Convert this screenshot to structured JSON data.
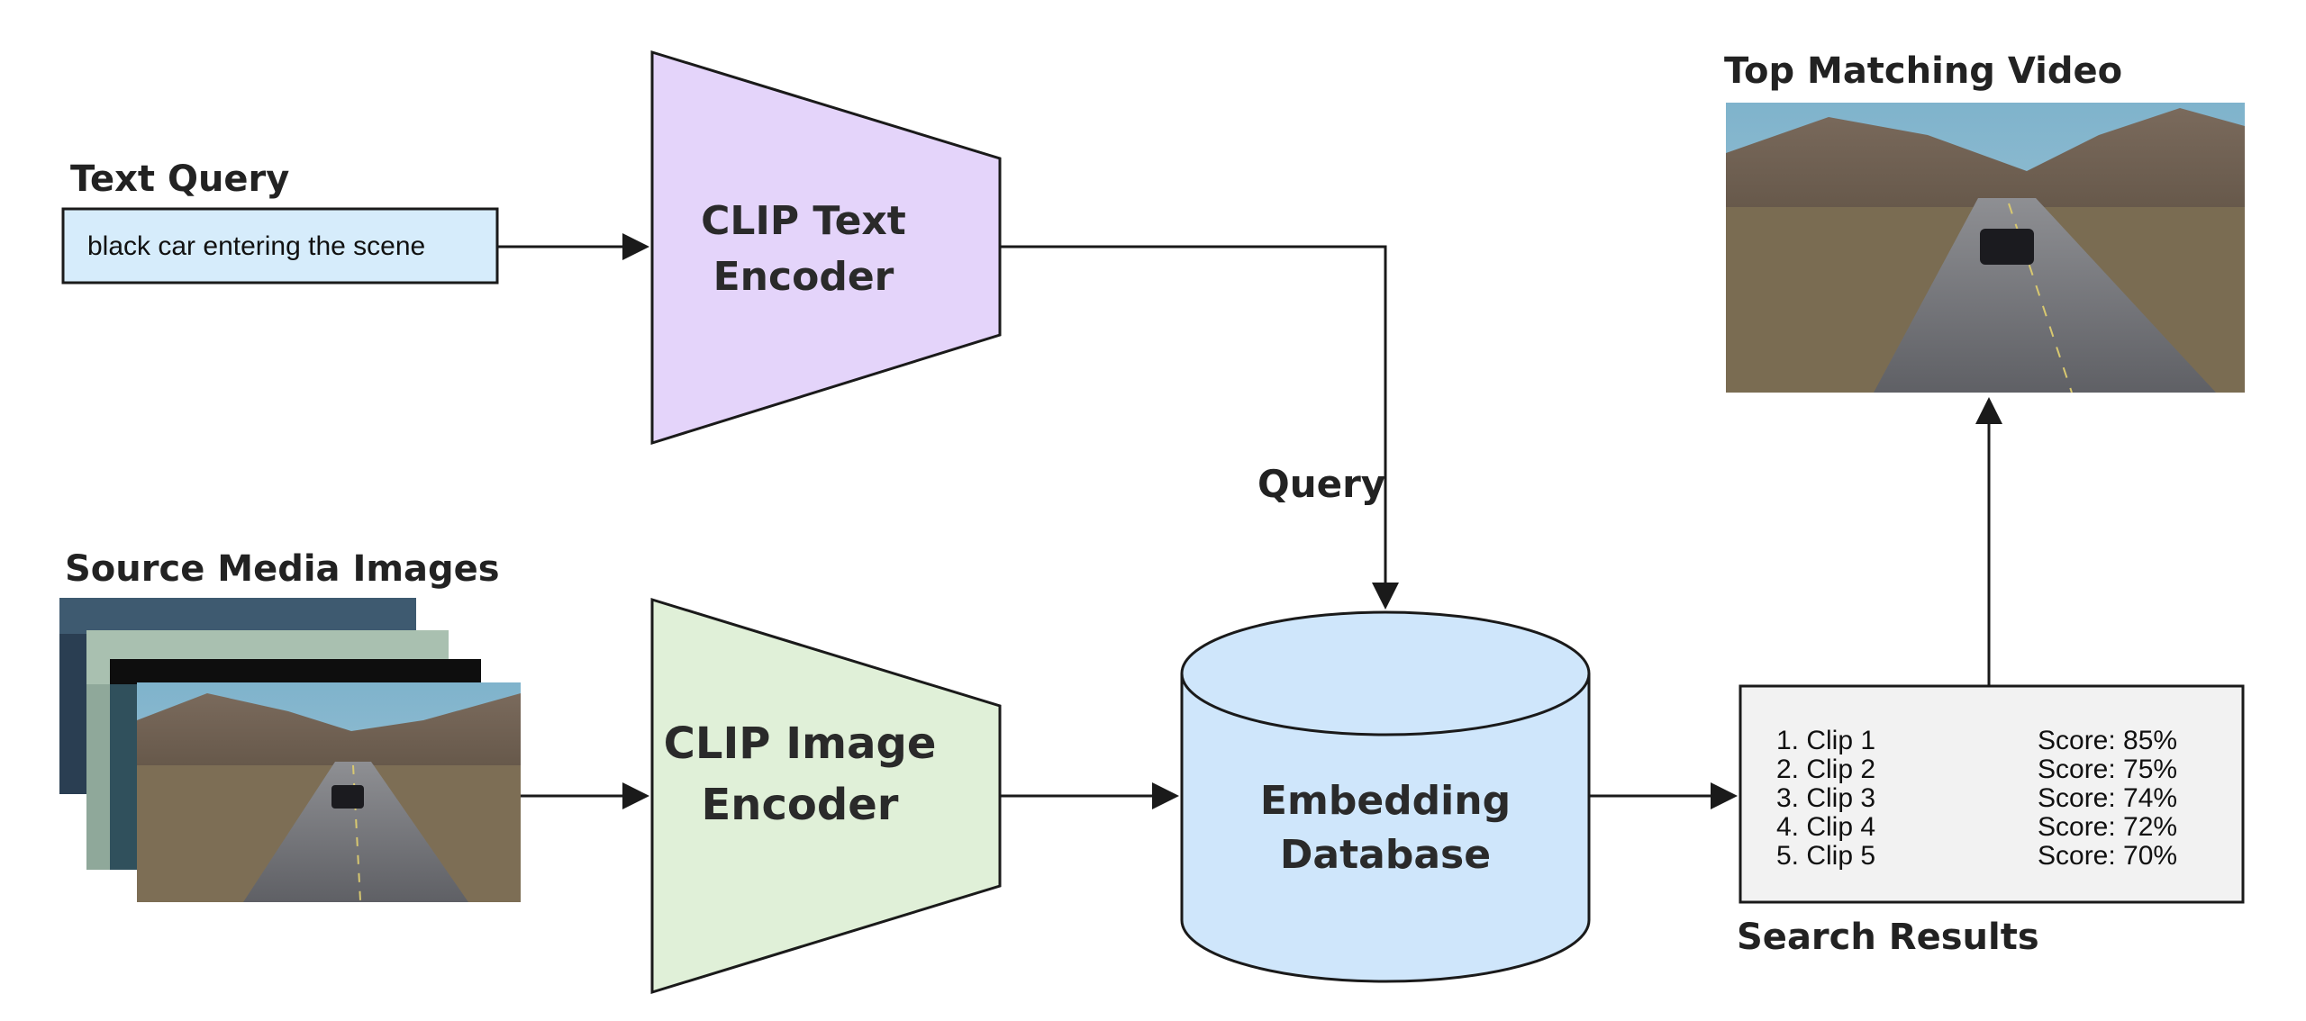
{
  "labels": {
    "text_query": "Text Query",
    "source_media": "Source Media Images",
    "query": "Query",
    "top_matching": "Top Matching Video",
    "search_results": "Search Results"
  },
  "text_query_box": {
    "value": "black car entering the scene"
  },
  "text_encoder": {
    "line1": "CLIP Text",
    "line2": "Encoder"
  },
  "image_encoder": {
    "line1": "CLIP Image",
    "line2": "Encoder"
  },
  "database": {
    "line1": "Embedding",
    "line2": "Database"
  },
  "results": [
    {
      "clip": "1. Clip 1",
      "score": "Score: 85%"
    },
    {
      "clip": "2. Clip 2",
      "score": "Score: 75%"
    },
    {
      "clip": "3. Clip 3",
      "score": "Score: 74%"
    },
    {
      "clip": "4. Clip 4",
      "score": "Score: 72%"
    },
    {
      "clip": "5. Clip 5",
      "score": "Score: 70%"
    }
  ],
  "colors": {
    "text_box_fill": "#d6ecfb",
    "text_encoder_fill": "#e4d4fa",
    "image_encoder_fill": "#e0f0d8",
    "database_fill": "#cfe6fb",
    "results_fill": "#f2f2f2",
    "stroke": "#1a1a1a"
  }
}
